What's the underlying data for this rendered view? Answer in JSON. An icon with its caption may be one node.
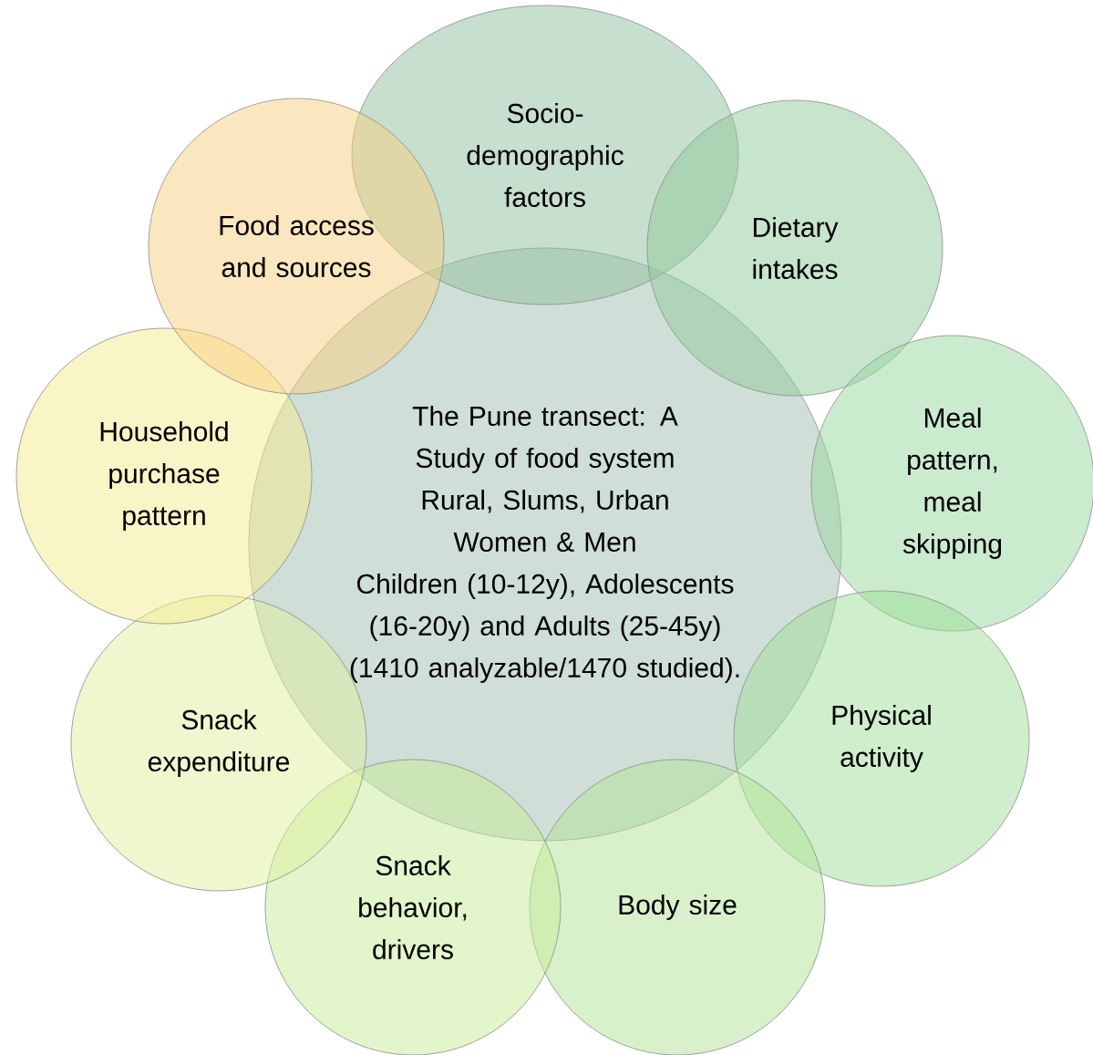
{
  "diagram": {
    "nodes": [
      {
        "text": [
          "The Pune transect: A Study of food system",
          "Rural, Slums, Urban",
          "Women & Men",
          "Children (10-12y), Adolescents (16-20y) and Adults (25-45y) (1410 analyzable/1470 studied)."
        ]
      },
      {
        "text": [
          "Socio-demographic factors"
        ]
      },
      {
        "text": [
          "Dietary intakes"
        ]
      },
      {
        "text": [
          "Meal pattern, meal skipping"
        ]
      },
      {
        "text": [
          "Physical activity"
        ]
      },
      {
        "text": [
          "Body size"
        ]
      },
      {
        "text": [
          "Snack behavior, drivers"
        ]
      },
      {
        "text": [
          "Snack expenditure"
        ]
      },
      {
        "text": [
          "Household purchase pattern"
        ]
      },
      {
        "text": [
          "Food access and sources"
        ]
      }
    ]
  }
}
